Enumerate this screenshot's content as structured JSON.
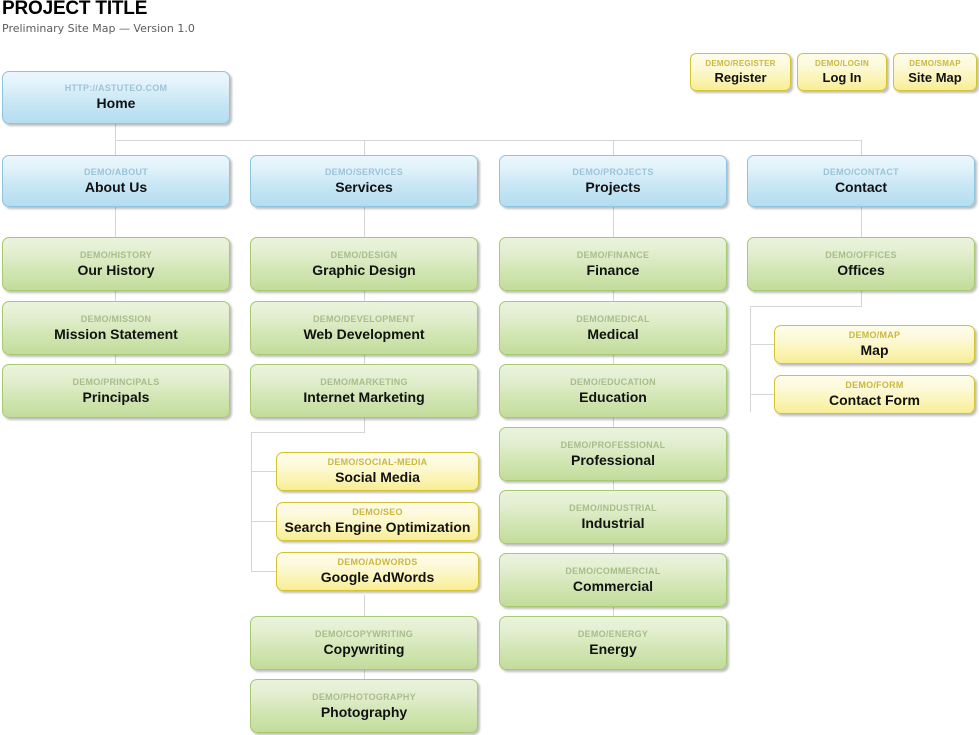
{
  "header": {
    "title": "PROJECT TITLE",
    "subtitle": "Preliminary Site Map — Version 1.0"
  },
  "colors": {
    "blue_fill_top": "#eaf6fc",
    "blue_fill_bottom": "#b4ddf0",
    "blue_border": "#8fc4dd",
    "blue_url_text": "#9cc4d9",
    "green_fill_top": "#eaf3dc",
    "green_fill_bottom": "#c2dc9b",
    "green_border": "#a7c972",
    "green_url_text": "#a8bd8a",
    "yellow_fill_top": "#fdfce8",
    "yellow_fill_bottom": "#f8ed96",
    "yellow_border": "#d3c333",
    "yellow_url_text": "#cbb73f",
    "connector_line": "#d6d6d6",
    "title_text": "#000000",
    "subtitle_text": "#5c5c5c",
    "node_title_text": "#111111",
    "page_background": "#ffffff"
  },
  "utility_buttons": [
    {
      "url": "DEMO/REGISTER",
      "title": "Register"
    },
    {
      "url": "DEMO/LOGIN",
      "title": "Log In"
    },
    {
      "url": "DEMO/SMAP",
      "title": "Site Map"
    }
  ],
  "root": {
    "url": "HTTP://ASTUTEO.COM",
    "title": "Home"
  },
  "columns": [
    {
      "section": {
        "url": "DEMO/ABOUT",
        "title": "About Us"
      },
      "children": [
        {
          "url": "DEMO/HISTORY",
          "title": "Our History"
        },
        {
          "url": "DEMO/MISSION",
          "title": "Mission Statement"
        },
        {
          "url": "DEMO/PRINCIPALS",
          "title": "Principals"
        }
      ]
    },
    {
      "section": {
        "url": "DEMO/SERVICES",
        "title": "Services"
      },
      "children": [
        {
          "url": "DEMO/DESIGN",
          "title": "Graphic Design"
        },
        {
          "url": "DEMO/DEVELOPMENT",
          "title": "Web Development"
        },
        {
          "url": "DEMO/MARKETING",
          "title": "Internet Marketing"
        },
        {
          "url": "DEMO/SOCIAL-MEDIA",
          "title": "Social Media"
        },
        {
          "url": "DEMO/SEO",
          "title": "Search Engine Optimization"
        },
        {
          "url": "DEMO/ADWORDS",
          "title": "Google AdWords"
        },
        {
          "url": "DEMO/COPYWRITING",
          "title": "Copywriting"
        },
        {
          "url": "DEMO/PHOTOGRAPHY",
          "title": "Photography"
        }
      ]
    },
    {
      "section": {
        "url": "DEMO/PROJECTS",
        "title": "Projects"
      },
      "children": [
        {
          "url": "DEMO/FINANCE",
          "title": "Finance"
        },
        {
          "url": "DEMO/MEDICAL",
          "title": "Medical"
        },
        {
          "url": "DEMO/EDUCATION",
          "title": "Education"
        },
        {
          "url": "DEMO/PROFESSIONAL",
          "title": "Professional"
        },
        {
          "url": "DEMO/INDUSTRIAL",
          "title": "Industrial"
        },
        {
          "url": "DEMO/COMMERCIAL",
          "title": "Commercial"
        },
        {
          "url": "DEMO/ENERGY",
          "title": "Energy"
        }
      ]
    },
    {
      "section": {
        "url": "DEMO/CONTACT",
        "title": "Contact"
      },
      "children": [
        {
          "url": "DEMO/OFFICES",
          "title": "Offices"
        },
        {
          "url": "DEMO/MAP",
          "title": "Map"
        },
        {
          "url": "DEMO/FORM",
          "title": "Contact Form"
        }
      ]
    }
  ]
}
